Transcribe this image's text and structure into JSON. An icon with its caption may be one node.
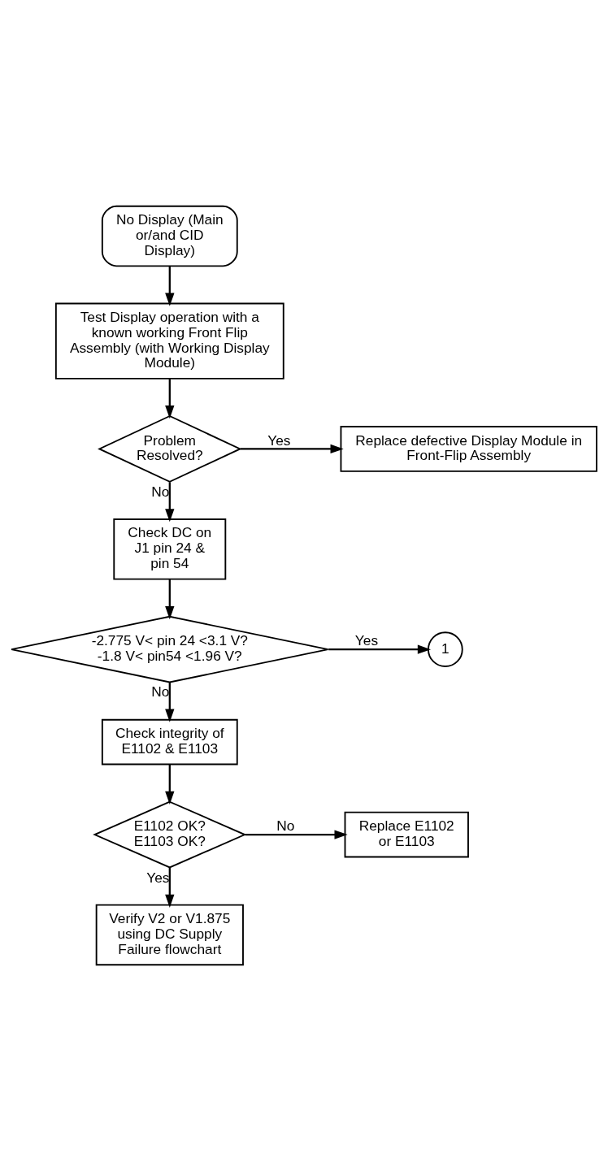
{
  "diagram": {
    "nodes": [
      {
        "text": [
          "No Display (Main or/and CID Display)"
        ]
      },
      {
        "text": [
          "Test Display operation with a known working Front Flip Assembly (with Working Display Module)"
        ]
      },
      {
        "text": [
          "Problem Resolved?"
        ]
      },
      {
        "text": [
          "Replace defective Display Module in Front-Flip Assembly"
        ]
      },
      {
        "text": [
          "Check DC on J1 pin 24 & pin 54"
        ]
      },
      {
        "text": [
          "-2.775 V< pin 24 <3.1 V? -1.8 V< pin54 <1.96 V?"
        ]
      },
      {
        "text": [
          "1"
        ]
      },
      {
        "text": [
          "Check integrity of E1102 & E1103"
        ]
      },
      {
        "text": [
          "E1102 OK? E1103 OK?"
        ]
      },
      {
        "text": [
          "Replace E1102 or E1103"
        ]
      },
      {
        "text": [
          "Verify V2 or V1.875 using DC Supply Failure flowchart"
        ]
      }
    ],
    "edges": [
      {
        "from": 0,
        "to": 1,
        "arrow": "to"
      },
      {
        "from": 1,
        "to": 2,
        "arrow": "to"
      },
      {
        "from": 2,
        "to": 3,
        "arrow": "to",
        "label": "Yes"
      },
      {
        "from": 2,
        "to": 4,
        "arrow": "to",
        "label": "No"
      },
      {
        "from": 4,
        "to": 5,
        "arrow": "to"
      },
      {
        "from": 5,
        "to": 6,
        "arrow": "to",
        "label": "Yes"
      },
      {
        "from": 5,
        "to": 7,
        "arrow": "to",
        "label": "No"
      },
      {
        "from": 7,
        "to": 8,
        "arrow": "to"
      },
      {
        "from": 8,
        "to": 9,
        "arrow": "to",
        "label": "No"
      },
      {
        "from": 8,
        "to": 10,
        "arrow": "to",
        "label": "Yes"
      }
    ]
  }
}
